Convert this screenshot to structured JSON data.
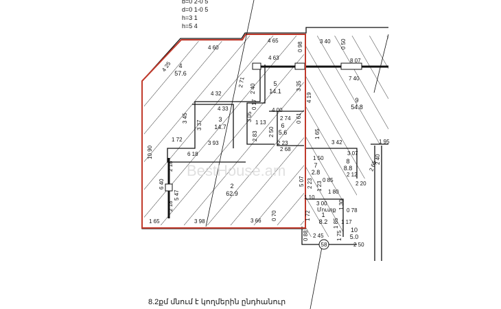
{
  "notes": [
    "b=0 2-0 5",
    "d=0 1-0 5",
    "h=3 1",
    "h=5 4"
  ],
  "watermark": "BestHouse.am",
  "caption": "8.2քմ մնում է կողմերին ընդհանուր",
  "entrance_number": "58",
  "rooms": [
    {
      "num": "4",
      "area": "57.6"
    },
    {
      "num": "5",
      "area": "14.1"
    },
    {
      "num": "3",
      "area": "14.7"
    },
    {
      "num": "6",
      "area": "5.6"
    },
    {
      "num": "2",
      "area": "62.9"
    },
    {
      "num": "7",
      "area": "2.8"
    },
    {
      "num": "8",
      "area": "8.8"
    },
    {
      "num": "9",
      "area": "54.8"
    },
    {
      "num": "1",
      "area": "8.2"
    },
    {
      "num": "10",
      "area": "5.0"
    }
  ],
  "room1_note": "Մուտք",
  "dims": [
    "4 60",
    "4 65",
    "4 25",
    "4 63",
    "4 32",
    "4 33",
    "2 71",
    "2 40",
    "3 35",
    "4 19",
    "0 98",
    "1 72",
    "3 93",
    "10 90",
    "6 18",
    "3 45",
    "3 37",
    "3 05",
    "2 83",
    "0 17",
    "1 13",
    "2 50",
    "2 74",
    "0 61",
    "4 00",
    "2 23",
    "2 68",
    "2 18",
    "5 47",
    "6 40",
    "2 18",
    "5 07",
    "1 65",
    "3 98",
    "3 66",
    "0 70",
    "3 40",
    "0 50",
    "8 07",
    "7 40",
    "3 42",
    "3 07",
    "1 95",
    "1 65",
    "1 50",
    "2 23",
    "0 85",
    "1 23",
    "1 10",
    "1 80",
    "2 12",
    "2 20",
    "2 65",
    "2 40",
    "3 00",
    "1 30",
    "1 72",
    "0 78",
    "1 85",
    "1 17",
    "0 88",
    "2 45",
    "1 75",
    "2 50"
  ]
}
